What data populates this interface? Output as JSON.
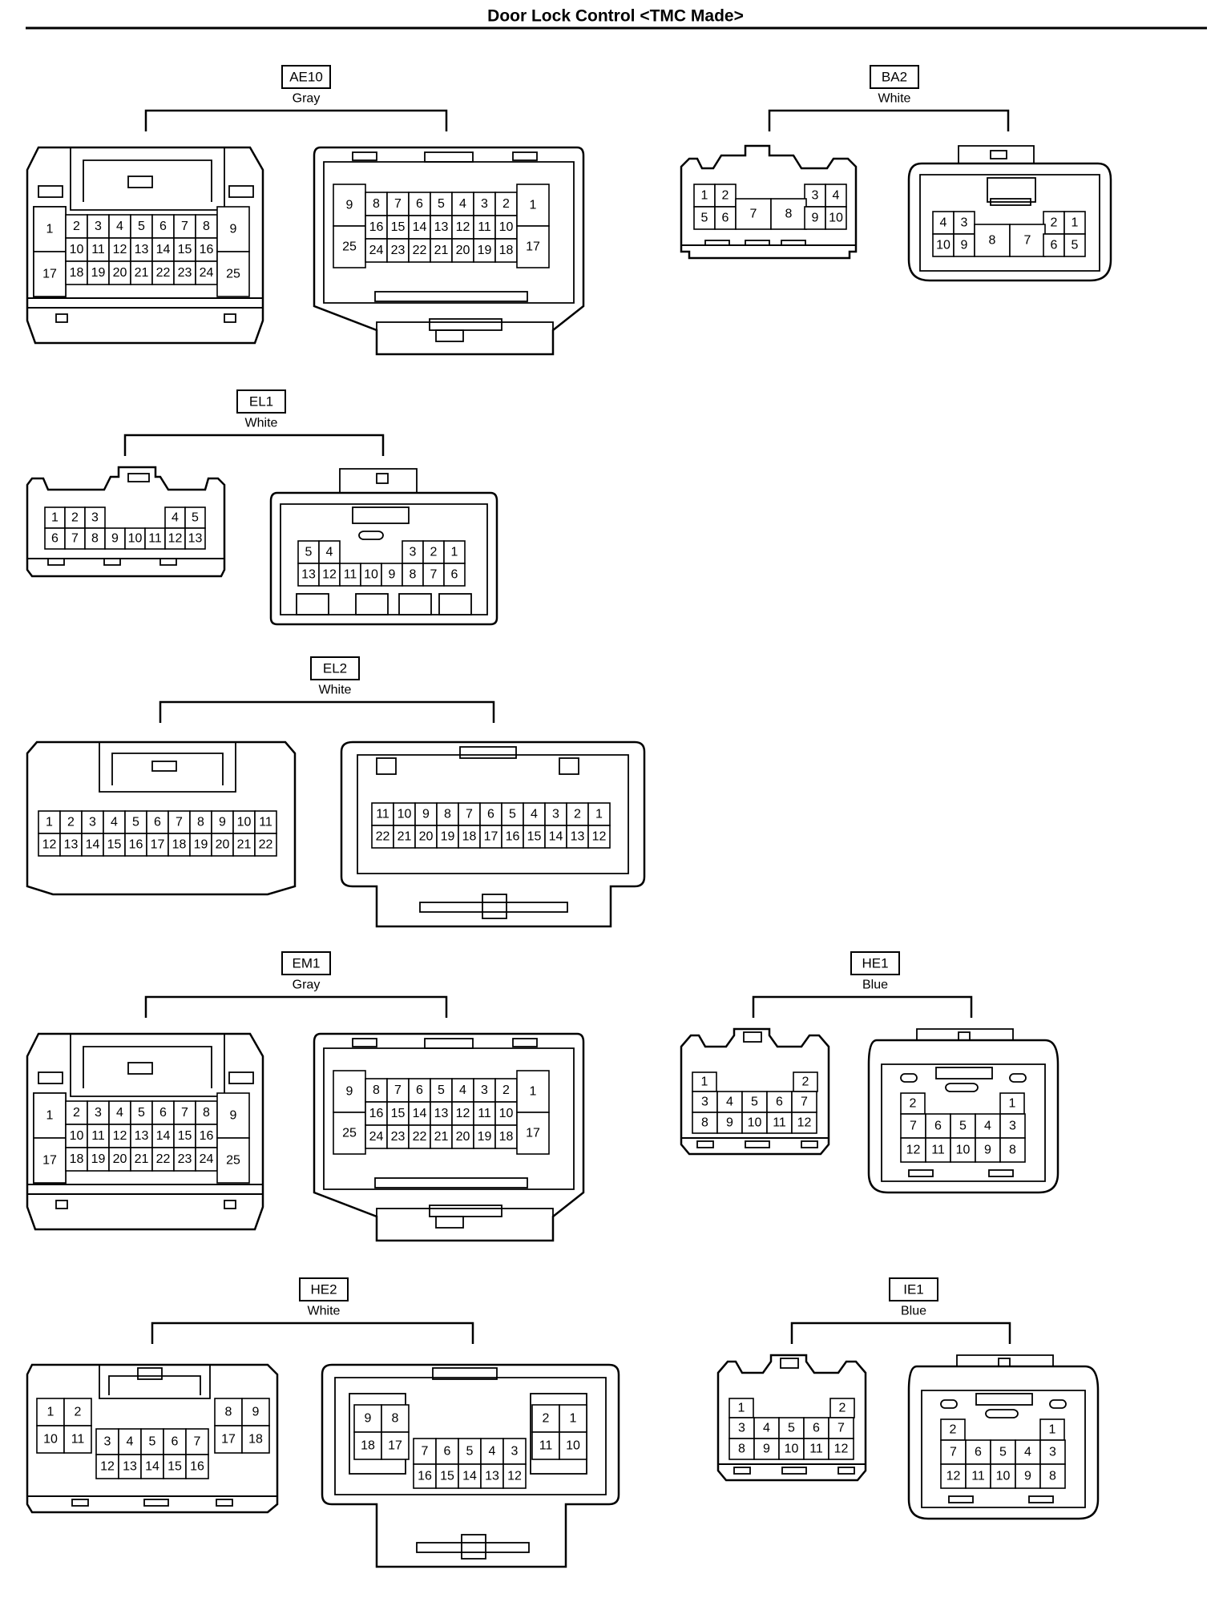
{
  "title": "Door Lock Control <TMC Made>",
  "groups": [
    {
      "code": "AE10",
      "color": "Gray",
      "left": {
        "rows": [
          [
            "1",
            "2",
            "3",
            "4",
            "5",
            "6",
            "7",
            "8",
            "9"
          ],
          [
            "17",
            "10",
            "11",
            "12",
            "13",
            "14",
            "15",
            "16",
            "25"
          ],
          [
            "18",
            "19",
            "20",
            "21",
            "22",
            "23",
            "24"
          ]
        ]
      },
      "right": {
        "rows": [
          [
            "9",
            "8",
            "7",
            "6",
            "5",
            "4",
            "3",
            "2",
            "1"
          ],
          [
            "25",
            "16",
            "15",
            "14",
            "13",
            "12",
            "11",
            "10",
            "17"
          ],
          [
            "24",
            "23",
            "22",
            "21",
            "20",
            "19",
            "18"
          ]
        ]
      }
    },
    {
      "code": "BA2",
      "color": "White",
      "left": {
        "rows": [
          [
            "1",
            "2",
            "3",
            "4"
          ],
          [
            "5",
            "6",
            "7",
            "8",
            "9",
            "10"
          ]
        ]
      },
      "right": {
        "rows": [
          [
            "4",
            "3",
            "2",
            "1"
          ],
          [
            "10",
            "9",
            "8",
            "7",
            "6",
            "5"
          ]
        ]
      }
    },
    {
      "code": "EL1",
      "color": "White",
      "left": {
        "rows": [
          [
            "1",
            "2",
            "3",
            "4",
            "5"
          ],
          [
            "6",
            "7",
            "8",
            "9",
            "10",
            "11",
            "12",
            "13"
          ]
        ]
      },
      "right": {
        "rows": [
          [
            "5",
            "4",
            "3",
            "2",
            "1"
          ],
          [
            "13",
            "12",
            "11",
            "10",
            "9",
            "8",
            "7",
            "6"
          ]
        ]
      }
    },
    {
      "code": "EL2",
      "color": "White",
      "left": {
        "rows": [
          [
            "1",
            "2",
            "3",
            "4",
            "5",
            "6",
            "7",
            "8",
            "9",
            "10",
            "11"
          ],
          [
            "12",
            "13",
            "14",
            "15",
            "16",
            "17",
            "18",
            "19",
            "20",
            "21",
            "22"
          ]
        ]
      },
      "right": {
        "rows": [
          [
            "11",
            "10",
            "9",
            "8",
            "7",
            "6",
            "5",
            "4",
            "3",
            "2",
            "1"
          ],
          [
            "22",
            "21",
            "20",
            "19",
            "18",
            "17",
            "16",
            "15",
            "14",
            "13",
            "12"
          ]
        ]
      }
    },
    {
      "code": "EM1",
      "color": "Gray",
      "left": {
        "rows": [
          [
            "1",
            "2",
            "3",
            "4",
            "5",
            "6",
            "7",
            "8",
            "9"
          ],
          [
            "17",
            "10",
            "11",
            "12",
            "13",
            "14",
            "15",
            "16",
            "25"
          ],
          [
            "18",
            "19",
            "20",
            "21",
            "22",
            "23",
            "24"
          ]
        ]
      },
      "right": {
        "rows": [
          [
            "9",
            "8",
            "7",
            "6",
            "5",
            "4",
            "3",
            "2",
            "1"
          ],
          [
            "25",
            "16",
            "15",
            "14",
            "13",
            "12",
            "11",
            "10",
            "17"
          ],
          [
            "24",
            "23",
            "22",
            "21",
            "20",
            "19",
            "18"
          ]
        ]
      }
    },
    {
      "code": "HE1",
      "color": "Blue",
      "left": {
        "rows": [
          [
            "1",
            "2"
          ],
          [
            "3",
            "4",
            "5",
            "6",
            "7"
          ],
          [
            "8",
            "9",
            "10",
            "11",
            "12"
          ]
        ]
      },
      "right": {
        "rows": [
          [
            "2",
            "1"
          ],
          [
            "7",
            "6",
            "5",
            "4",
            "3"
          ],
          [
            "12",
            "11",
            "10",
            "9",
            "8"
          ]
        ]
      }
    },
    {
      "code": "HE2",
      "color": "White",
      "left": {
        "rows": [
          [
            "1",
            "2",
            "8",
            "9"
          ],
          [
            "10",
            "11",
            "3",
            "4",
            "5",
            "6",
            "7",
            "17",
            "18"
          ],
          [
            "12",
            "13",
            "14",
            "15",
            "16"
          ]
        ]
      },
      "right": {
        "rows": [
          [
            "9",
            "8",
            "2",
            "1"
          ],
          [
            "18",
            "17",
            "7",
            "6",
            "5",
            "4",
            "3",
            "11",
            "10"
          ],
          [
            "16",
            "15",
            "14",
            "13",
            "12"
          ]
        ]
      }
    },
    {
      "code": "IE1",
      "color": "Blue",
      "left": {
        "rows": [
          [
            "1",
            "2"
          ],
          [
            "3",
            "4",
            "5",
            "6",
            "7"
          ],
          [
            "8",
            "9",
            "10",
            "11",
            "12"
          ]
        ]
      },
      "right": {
        "rows": [
          [
            "2",
            "1"
          ],
          [
            "7",
            "6",
            "5",
            "4",
            "3"
          ],
          [
            "12",
            "11",
            "10",
            "9",
            "8"
          ]
        ]
      }
    }
  ]
}
